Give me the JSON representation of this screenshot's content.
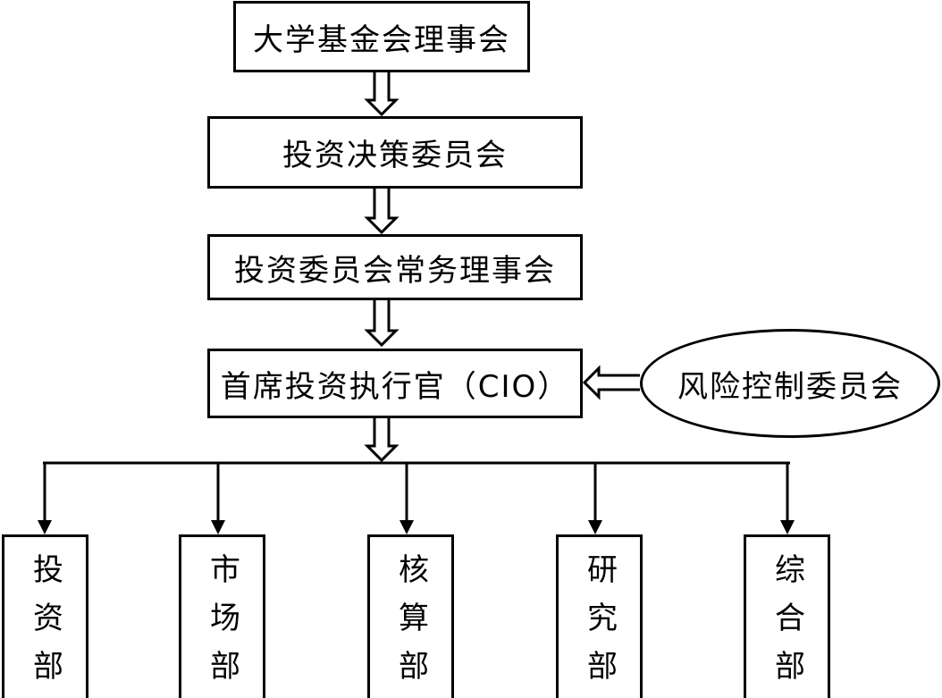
{
  "nodes": {
    "board": "大学基金会理事会",
    "investment_decision_committee": "投资决策委员会",
    "investment_committee_standing_board": "投资委员会常务理事会",
    "cio": "首席投资执行官（CIO）",
    "risk_control_committee": "风险控制委员会"
  },
  "departments": [
    "投资部",
    "市场部",
    "核算部",
    "研究部",
    "综合部"
  ]
}
